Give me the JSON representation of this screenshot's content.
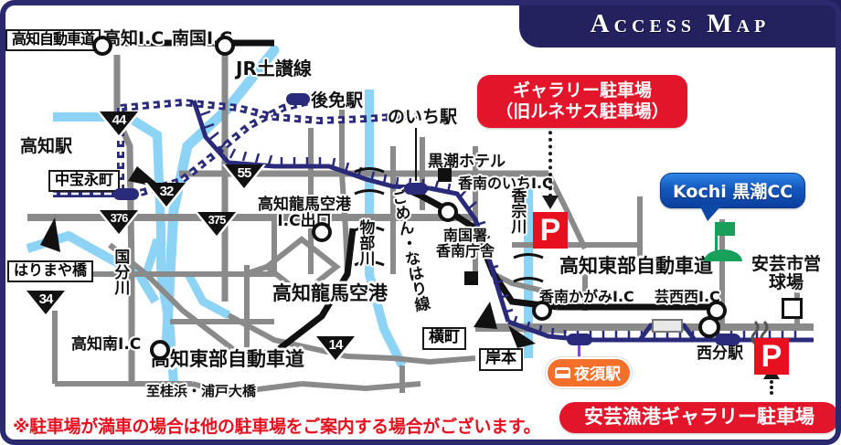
{
  "header": {
    "title": "Access Map"
  },
  "colors": {
    "frame": "#2b2a6e",
    "banner": "#23215e",
    "highway_black": "#111111",
    "road_gray": "#8a8a8a",
    "river_blue": "#8cd3f5",
    "rail_navy": "#2a2a7a",
    "parking_red": "#e8101f",
    "callout_red": "#e3152b",
    "callout_blue": "#1358bf",
    "station_orange": "#f4702a",
    "golf_green": "#18a05a"
  },
  "callouts": {
    "gallery_parking": {
      "line1": "ギャラリー駐車場",
      "line2": "（旧ルネサス駐車場）"
    },
    "kochi_cc": "Kochi 黒潮CC",
    "aki_port_parking": "安芸漁港ギャラリー駐車場",
    "yasu_station": "夜須駅"
  },
  "parking_markers": [
    {
      "label": "P",
      "name": "gallery-parking"
    },
    {
      "label": "P",
      "name": "aki-port-parking"
    }
  ],
  "highways": [
    {
      "label": "高知自動車道"
    },
    {
      "label": "高知東部自動車道"
    },
    {
      "label": "高知東部自動車道"
    }
  ],
  "interchanges": [
    {
      "label": "高知I.C"
    },
    {
      "label": "南国I.C"
    },
    {
      "label": "高知龍馬空港\nI.C出口"
    },
    {
      "label": "香南のいちI.C"
    },
    {
      "label": "香南かがみI.C"
    },
    {
      "label": "芸西西I.C"
    },
    {
      "label": "高知南I.C"
    }
  ],
  "labels": {
    "kochi_expwy": "高知自動車道",
    "kochi_ic": "高知I.C",
    "nangoku_ic": "南国I.C",
    "jr_dosan_line": "JR土讃線",
    "gomen_station": "後免駅",
    "noichi_station": "のいち駅",
    "kuroshio_hotel": "黒潮ホテル",
    "konan_noichi_ic": "香南のいちI.C",
    "kochi_station": "高知駅",
    "nakahoeicho": "中宝永町",
    "harimayabashi": "はりまや橋",
    "kochi_ryoma_airport_ic": "高知龍馬空港\nI.C出口",
    "kochi_ryoma_airport": "高知龍馬空港",
    "nangoku_police": "南国署\n香南庁舎",
    "kokubungawa": "国分川",
    "monobegawa": "物部川",
    "kosogawa": "香宗川",
    "gomen_nahari_line": "ごめん・なはり線",
    "yokomachi": "横町",
    "kishimoto": "岸本",
    "kochi_minami_ic": "高知南I.C",
    "kochi_east_expwy_left": "高知東部自動車道",
    "kochi_east_expwy_right": "高知東部自動車道",
    "to_katsurahama": "至桂浜・浦戸大橋",
    "konan_kagami_ic": "香南かがみI.C",
    "geisei_nishi_ic": "芸西西I.C",
    "aki_municipal_stadium": "安芸市営\n球場",
    "nishibun_station": "西分駅"
  },
  "route_shields": [
    {
      "number": "44"
    },
    {
      "number": "55"
    },
    {
      "number": "32"
    },
    {
      "number": "376"
    },
    {
      "number": "375"
    },
    {
      "number": "34"
    },
    {
      "number": "14"
    }
  ],
  "note": "※駐車場が満車の場合は他の駐車場をご案内する場合がございます。"
}
